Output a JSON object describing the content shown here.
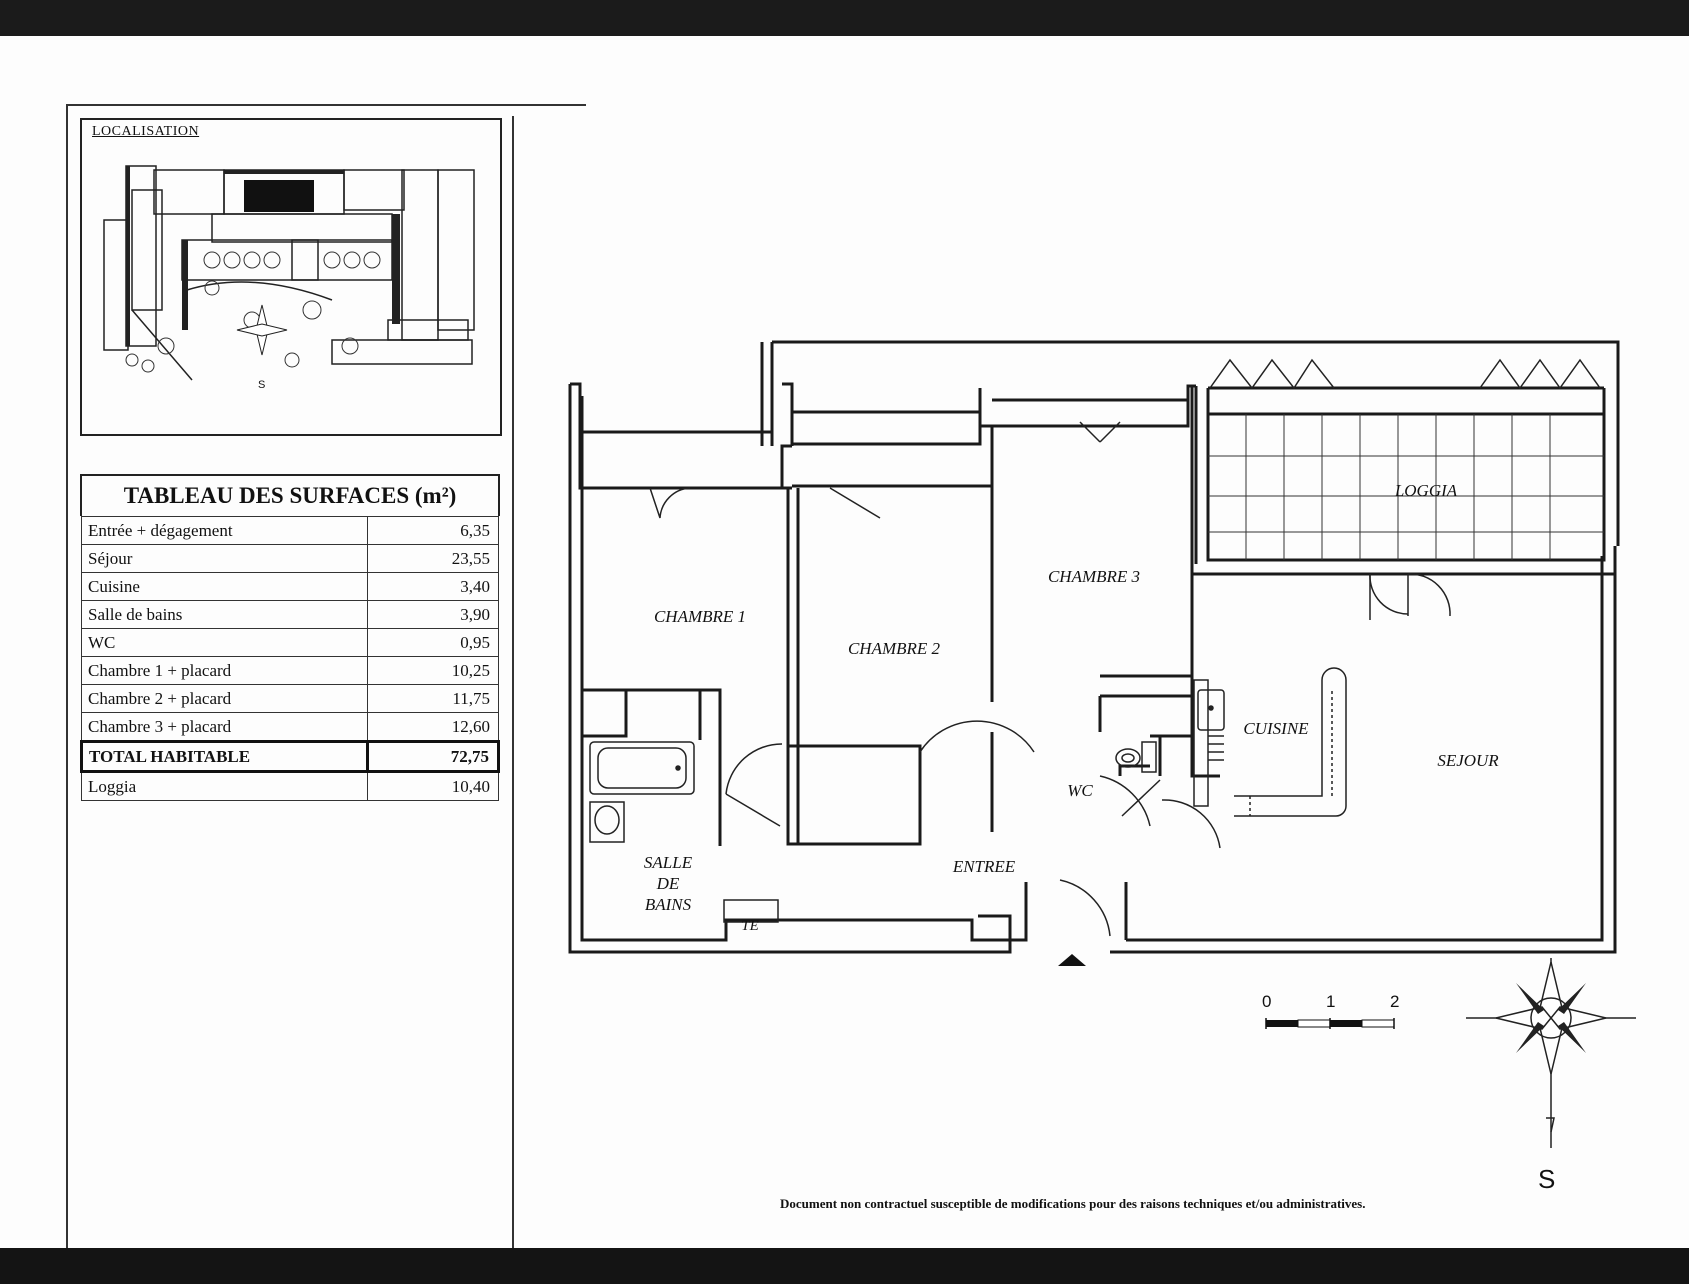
{
  "localisation": {
    "label": "LOCALISATION",
    "south_marker": "S"
  },
  "surfaces": {
    "title": "TABLEAU DES SURFACES (m²)",
    "rows": [
      {
        "label": "Entrée + dégagement",
        "value": "6,35"
      },
      {
        "label": "Séjour",
        "value": "23,55"
      },
      {
        "label": "Cuisine",
        "value": "3,40"
      },
      {
        "label": "Salle de bains",
        "value": "3,90"
      },
      {
        "label": "WC",
        "value": "0,95"
      },
      {
        "label": "Chambre 1 + placard",
        "value": "10,25"
      },
      {
        "label": "Chambre 2 + placard",
        "value": "11,75"
      },
      {
        "label": "Chambre 3 + placard",
        "value": "12,60"
      }
    ],
    "total": {
      "label": "TOTAL HABITABLE",
      "value": "72,75"
    },
    "loggia": {
      "label": "Loggia",
      "value": "10,40"
    }
  },
  "plan": {
    "rooms": {
      "loggia": "LOGGIA",
      "chambre3": "CHAMBRE 3",
      "chambre1": "CHAMBRE 1",
      "chambre2": "CHAMBRE 2",
      "cuisine": "CUISINE",
      "sejour": "SEJOUR",
      "wc": "WC",
      "salle_l1": "SALLE",
      "salle_l2": "DE",
      "salle_l3": "BAINS",
      "entree": "ENTREE",
      "te": "TE"
    }
  },
  "scale": {
    "t0": "0",
    "t1": "1",
    "t2": "2"
  },
  "compass": {
    "south": "S"
  },
  "disclaimer": "Document non contractuel susceptible de modifications pour des raisons techniques et/ou administratives."
}
